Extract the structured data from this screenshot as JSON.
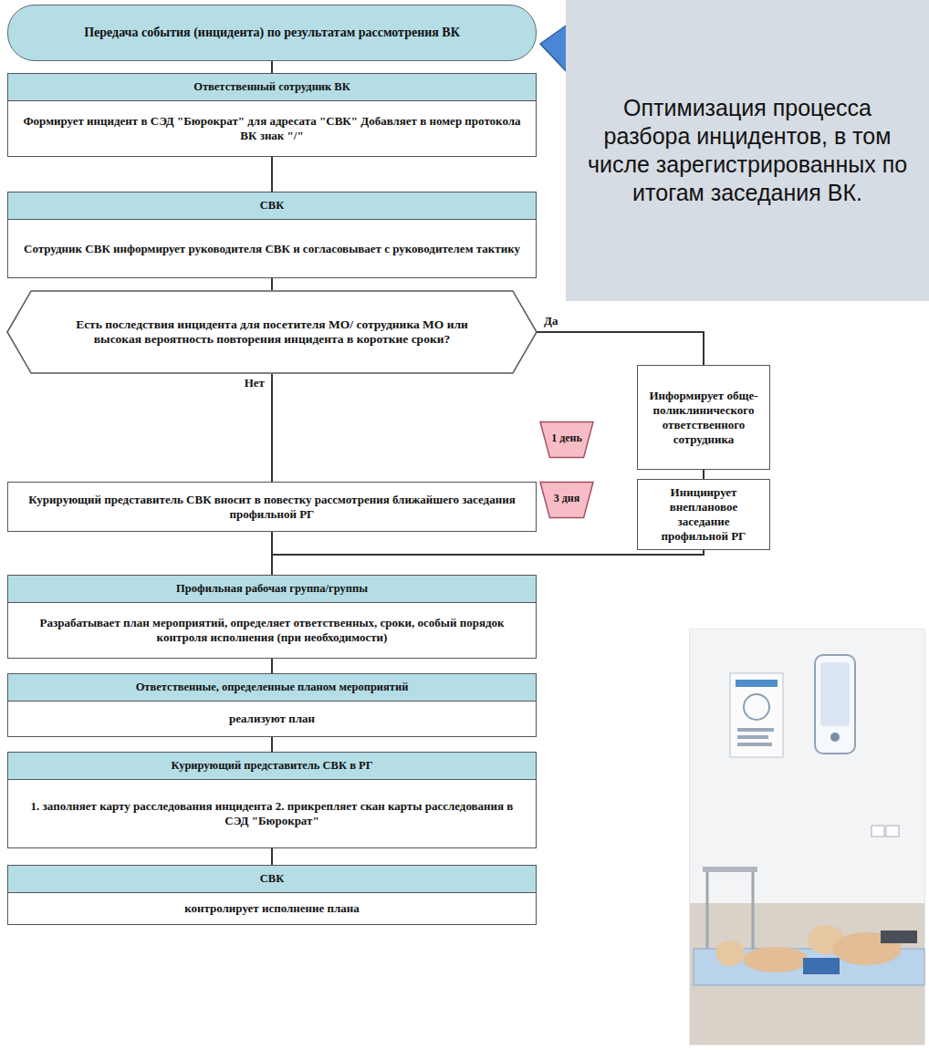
{
  "diagram": {
    "nodes": [
      {
        "text": [
          "Передача события (инцидента) по результатам рассмотрения ВК"
        ]
      },
      {
        "text": [
          "Оптимизация процесса разбора инцидентов, в том числе зарегистрированных по итогам заседания ВК."
        ]
      },
      {
        "text": [
          "Ответственный сотрудник ВК",
          "Формирует инцидент в СЭД \"Бюрократ\" для адресата \"СВК\" Добавляет в номер протокола ВК знак \"/\""
        ]
      },
      {
        "text": [
          "СВК",
          "Сотрудник СВК информирует руководителя СВК и согласовывает с руководителем тактику"
        ]
      },
      {
        "text": [
          "Есть последствия инцидента для посетителя МО/ сотрудника МО или высокая вероятность повторения инцидента в короткие сроки?"
        ]
      },
      {
        "text": [
          "Информирует обще-поликлинического ответственного сотрудника"
        ]
      },
      {
        "text": [
          "1 день"
        ]
      },
      {
        "text": [
          "Курирующий представитель СВК вносит в повестку рассмотрения ближайшего заседания профильной РГ"
        ]
      },
      {
        "text": [
          "Инициирует внеплановое заседание профильной РГ"
        ]
      },
      {
        "text": [
          "3 дня"
        ]
      },
      {
        "text": [
          "Профильная рабочая группа/группы",
          "Разрабатывает план мероприятий, определяет ответственных, сроки, особый порядок контроля исполнения (при необходимости)"
        ]
      },
      {
        "text": [
          "Ответственные, определенные планом мероприятий",
          "реализуют план"
        ]
      },
      {
        "text": [
          "Курирующий представитель СВК в РГ",
          "1. заполняет карту расследования инцидента 2. прикрепляет скан карты расследования в СЭД \"Бюрократ\""
        ]
      },
      {
        "text": [
          "СВК",
          "контролирует исполнение плана"
        ]
      }
    ],
    "edges": [
      {
        "from": 0,
        "to": 2,
        "arrow": "none"
      },
      {
        "from": 2,
        "to": 3,
        "arrow": "none"
      },
      {
        "from": 3,
        "to": 4,
        "arrow": "none"
      },
      {
        "from": 4,
        "to": 5,
        "label": "Да",
        "arrow": "none"
      },
      {
        "from": 4,
        "to": 7,
        "label": "Нет",
        "arrow": "none"
      },
      {
        "from": 5,
        "to": 8,
        "arrow": "none"
      },
      {
        "from": 7,
        "to": 10,
        "arrow": "none"
      },
      {
        "from": 8,
        "to": 10,
        "arrow": "none"
      },
      {
        "from": 10,
        "to": 11,
        "arrow": "none"
      },
      {
        "from": 11,
        "to": 12,
        "arrow": "none"
      },
      {
        "from": 12,
        "to": 13,
        "arrow": "none"
      }
    ]
  }
}
